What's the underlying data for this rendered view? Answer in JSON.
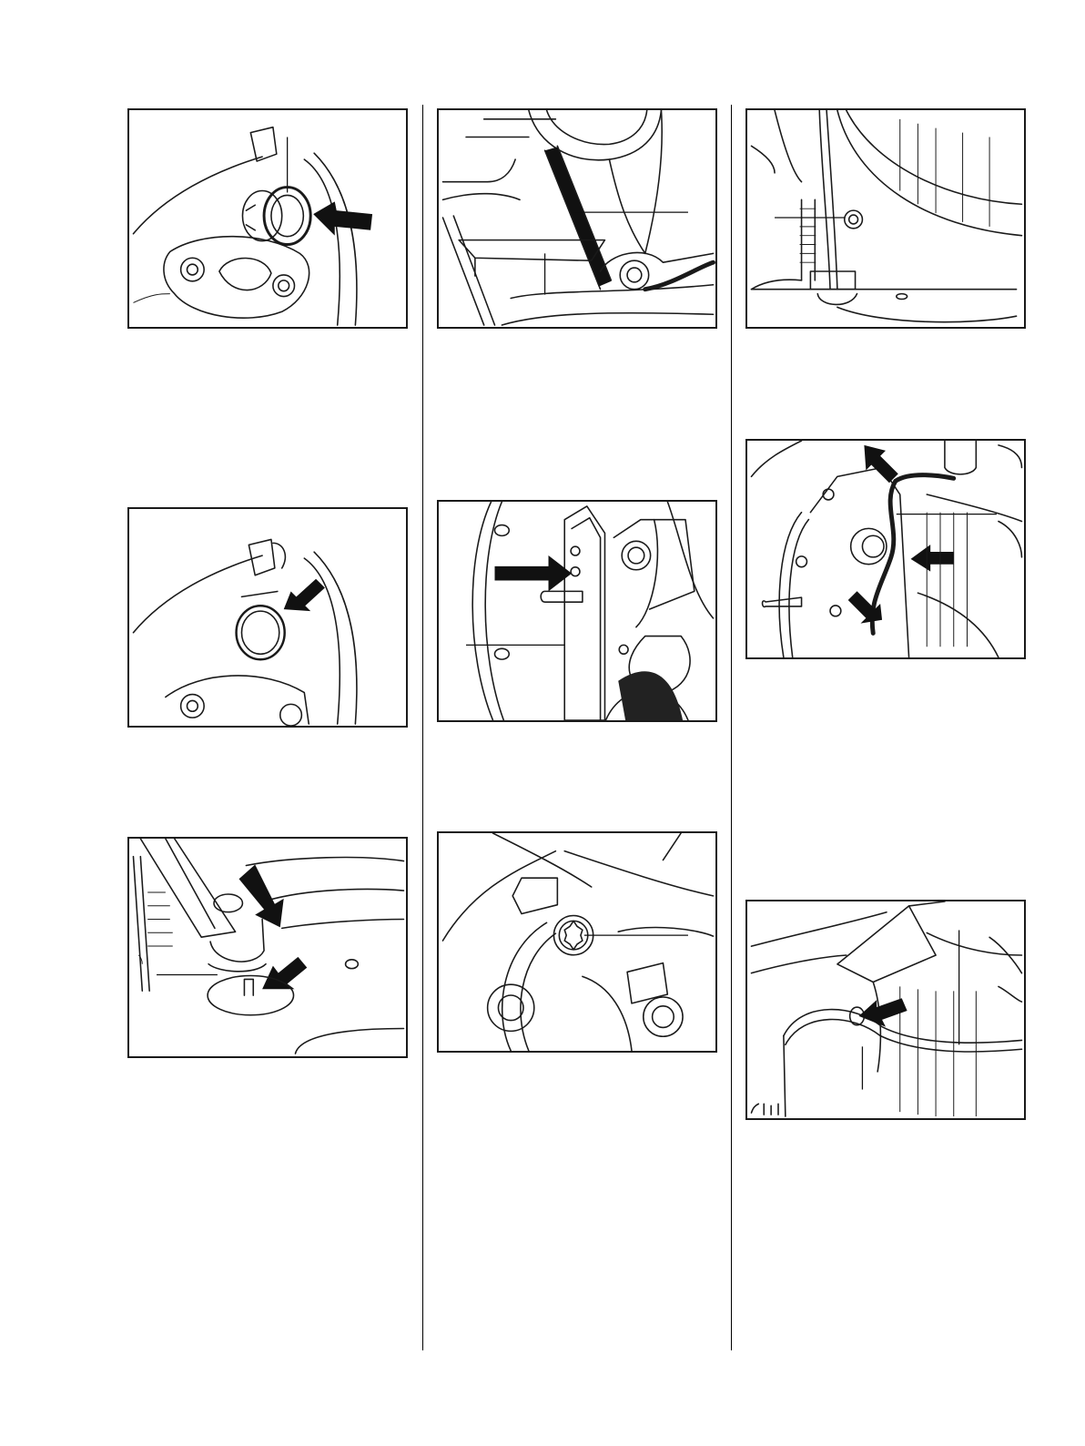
{
  "figures": [
    {
      "id": "fig-1",
      "icon": "grommet-push-arrow-icon"
    },
    {
      "id": "fig-2",
      "icon": "bore-seat-arrow-icon"
    },
    {
      "id": "fig-3",
      "icon": "drift-tool-install-icon"
    },
    {
      "id": "fig-4",
      "icon": "baffle-plate-icon"
    },
    {
      "id": "fig-5",
      "icon": "carburetor-gasket-arrow-icon"
    },
    {
      "id": "fig-6",
      "icon": "torx-screw-icon"
    },
    {
      "id": "fig-7",
      "icon": "ground-screw-icon"
    },
    {
      "id": "fig-8",
      "icon": "wire-routing-arrows-icon"
    },
    {
      "id": "fig-9",
      "icon": "seal-ring-insert-icon"
    }
  ],
  "colors": {
    "ink": "#1a1a1a",
    "paper": "#ffffff"
  }
}
